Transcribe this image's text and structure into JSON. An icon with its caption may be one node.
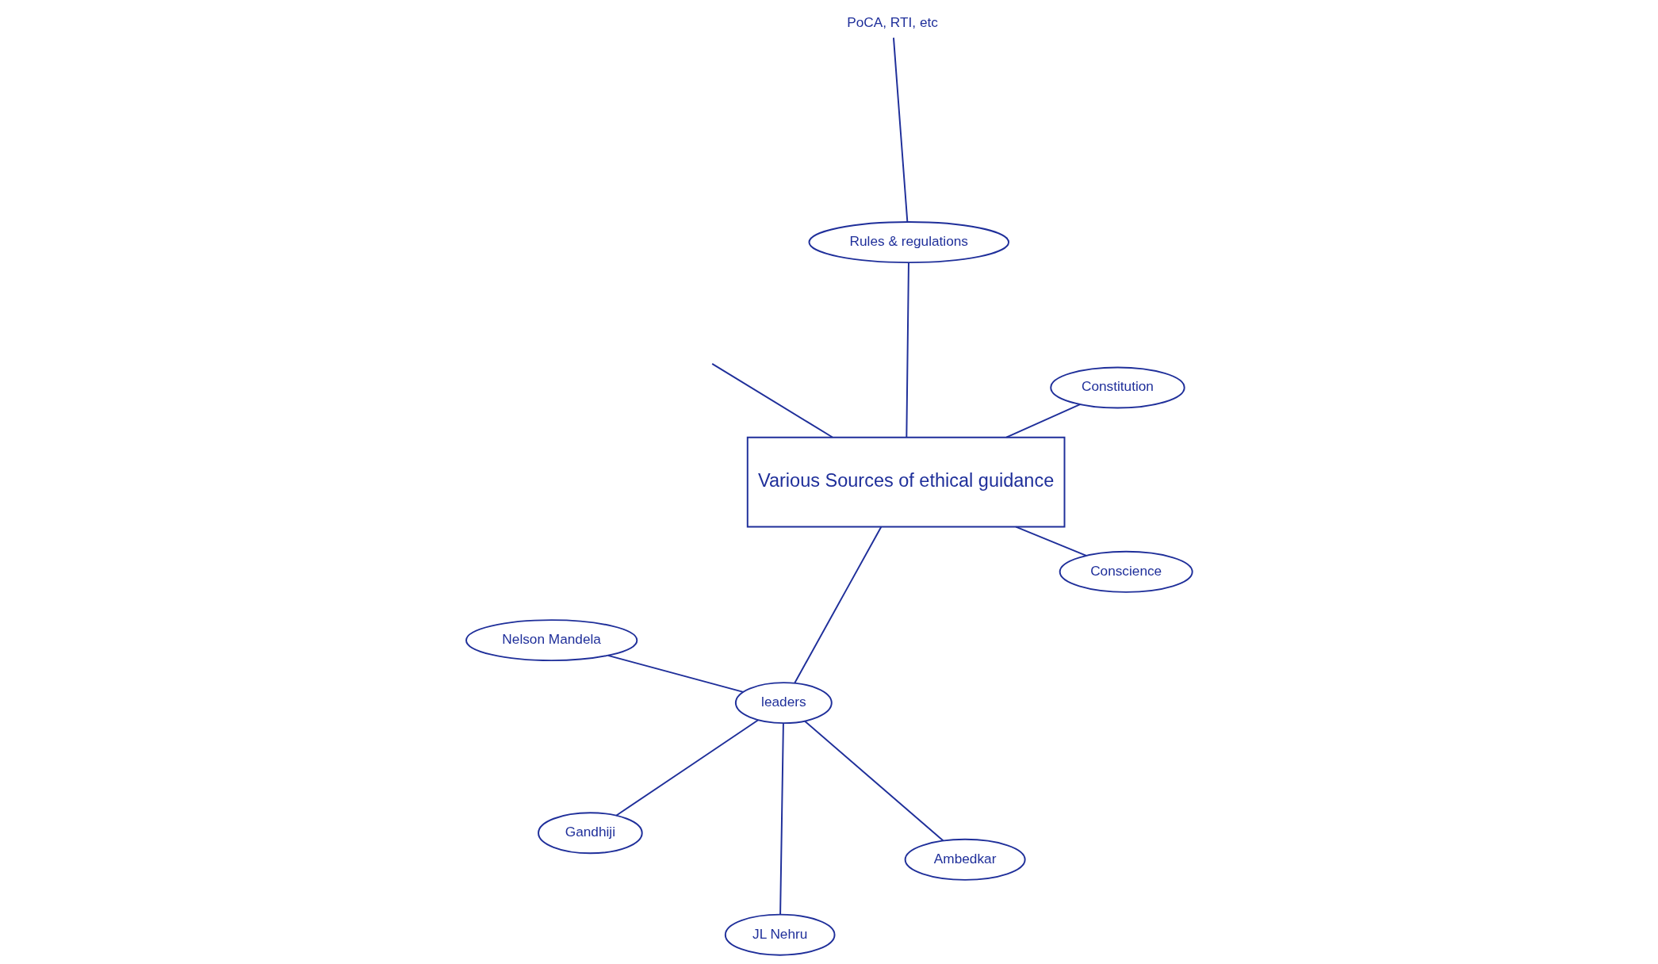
{
  "diagram": {
    "nodes": [
      {
        "text": [
          "Rules & regulations"
        ]
      },
      {
        "text": [
          "Constitution"
        ]
      },
      {
        "text": [
          "Conscience"
        ]
      },
      {
        "text": [
          "PoCA, RTI, etc"
        ]
      },
      {
        "text": [
          "Various Sources of ethical guidance"
        ]
      },
      {
        "text": [
          "Nelson Mandela"
        ]
      },
      {
        "text": [
          "JL Nehru"
        ]
      },
      {
        "text": [
          "leaders"
        ]
      },
      {
        "text": [
          "Gandhiji"
        ]
      },
      {
        "text": [
          "Ambedkar"
        ]
      }
    ],
    "edges": [
      {
        "from": 0,
        "to": 3,
        "arrow": "none"
      },
      {
        "from": 0,
        "to": 4,
        "arrow": "none"
      },
      {
        "from": 1,
        "to": 4,
        "arrow": "none"
      },
      {
        "from": 2,
        "to": 4,
        "arrow": "none"
      },
      {
        "from": 4,
        "to": 7,
        "arrow": "none"
      },
      {
        "from": 4,
        "to": null,
        "arrow": "none"
      },
      {
        "from": 5,
        "to": 7,
        "arrow": "none"
      },
      {
        "from": 6,
        "to": 7,
        "arrow": "none"
      },
      {
        "from": 7,
        "to": 8,
        "arrow": "none"
      },
      {
        "from": 7,
        "to": 9,
        "arrow": "none"
      }
    ]
  }
}
